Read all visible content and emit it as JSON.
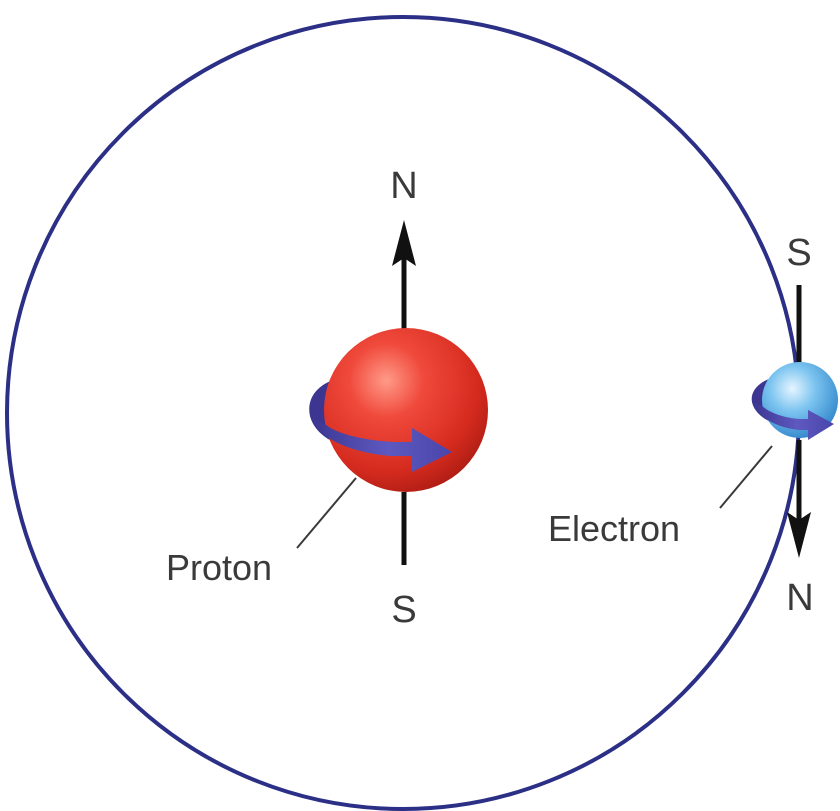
{
  "diagram": {
    "colors": {
      "orbit": "#2b2f86",
      "proton": "#e53a2e",
      "electron": "#4ea7df",
      "spin_arrow": "#4f4aa8",
      "axis_arrow": "#111111",
      "text": "#3a3a3a"
    },
    "proton": {
      "label": "Proton",
      "north_label": "N",
      "south_label": "S"
    },
    "electron": {
      "label": "Electron",
      "north_label": "N",
      "south_label": "S"
    }
  }
}
